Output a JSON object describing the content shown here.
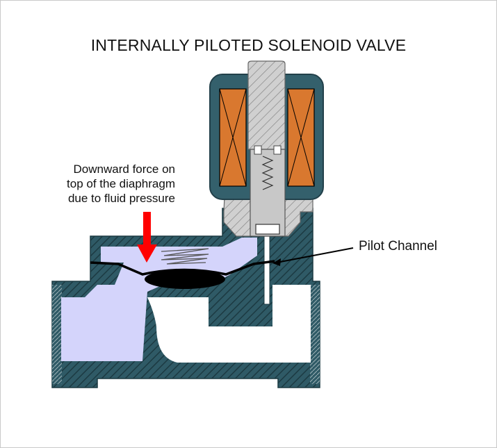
{
  "title": "INTERNALLY PILOTED SOLENOID VALVE",
  "annotations": {
    "force_note": [
      "Downward force on",
      "top of the diaphragm",
      "due to fluid pressure"
    ],
    "pilot_channel": "Pilot Channel"
  },
  "colors": {
    "body": "#2f5a66",
    "hatch": "#1c3a42",
    "fluid": "#d4d4fb",
    "coil": "#d9782f",
    "coil_shell": "#34606c",
    "plunger": "#c8c8c8",
    "force_arrow": "#ff0000",
    "diaphragm": "#000000"
  }
}
